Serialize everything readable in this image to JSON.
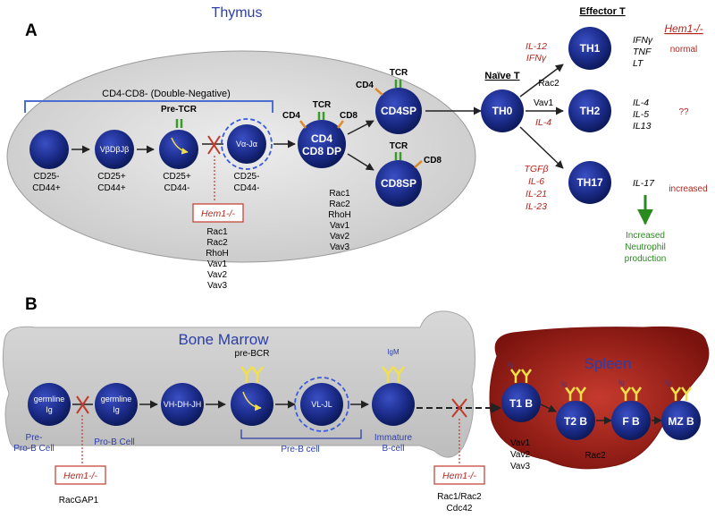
{
  "panel_a": {
    "label": "A",
    "thymus_title": "Thymus",
    "double_negative": "CD4-CD8- (Double-Negative)",
    "pre_tcr": "Pre-TCR",
    "cells": {
      "dn1_markers": [
        "CD25-",
        "CD44+"
      ],
      "dn2_inner": "VβDβJβ",
      "dn2_markers": [
        "CD25+",
        "CD44+"
      ],
      "dn3_markers": [
        "CD25+",
        "CD44-"
      ],
      "dn4_inner": "Vα-Jα",
      "dn4_markers": [
        "CD25-",
        "CD44-"
      ],
      "dp_lines": [
        "CD4",
        "CD8 DP"
      ],
      "cd4sp": "CD4SP",
      "cd8sp": "CD8SP",
      "th0": "TH0",
      "th1": "TH1",
      "th2": "TH2",
      "th17": "TH17"
    },
    "receptor_labels": {
      "dp_cd4": "CD4",
      "dp_tcr": "TCR",
      "dp_cd8": "CD8",
      "sp4_cd4": "CD4",
      "sp4_tcr": "TCR",
      "sp8_tcr": "TCR",
      "sp8_cd8": "CD8"
    },
    "hem1_box": "Hem1-/-",
    "hem1_genes": [
      "Rac1",
      "Rac2",
      "RhoH",
      "Vav1",
      "Vav2",
      "Vav3"
    ],
    "dp_genes": [
      "Rac1",
      "Rac2",
      "RhoH",
      "Vav1",
      "Vav2",
      "Vav3"
    ],
    "naive_t": "Naïve T",
    "effector_t": "Effector T",
    "hem1_header": "Hem1-/-",
    "th1_inducers": [
      "IL-12",
      "IFNγ"
    ],
    "th1_path_gene": "Rac2",
    "th2_path_gene": "Vav1",
    "th2_inducer": "IL-4",
    "th17_inducers": [
      "TGFβ",
      "IL-6",
      "IL-21",
      "IL-23"
    ],
    "th1_cytokines": [
      "IFNγ",
      "TNF",
      "LT"
    ],
    "th2_cytokines": [
      "IL-4",
      "IL-5",
      "IL13"
    ],
    "th17_cytokine": "IL-17",
    "th1_result": "normal",
    "th2_result": "??",
    "th17_result": "increased",
    "neutrophil": [
      "Increased",
      "Neutrophil",
      "production"
    ]
  },
  "panel_b": {
    "label": "B",
    "bone_marrow_title": "Bone Marrow",
    "spleen_title": "Spleen",
    "pre_bcr": "pre-BCR",
    "cells": {
      "germline1": [
        "germline",
        "Ig"
      ],
      "germline2": [
        "germline",
        "Ig"
      ],
      "vdj": "VH-DH-JH",
      "vj": "VL-JL",
      "t1": "T1 B",
      "t2": "T2 B",
      "fb": "F B",
      "mzb": "MZ B"
    },
    "ig_tags": [
      "IgM",
      "Ig",
      "Ig",
      "Ig",
      "Ig"
    ],
    "stage_labels": {
      "pre_pro_b": [
        "Pre-",
        "Pro-B Cell"
      ],
      "pro_b": "Pro-B Cell",
      "pre_b": "Pre-B cell",
      "immature": [
        "Immature",
        "B-cell"
      ]
    },
    "hem1_box_left": "Hem1-/-",
    "hem1_box_right": "Hem1-/-",
    "racgap": "RacGAP1",
    "rac_cdc": [
      "Rac1/Rac2",
      "Cdc42"
    ],
    "vav_genes": [
      "Vav1",
      "Vav2",
      "Vav3"
    ],
    "rac2": "Rac2"
  },
  "colors": {
    "cell_blue": "#1c2d8c",
    "thymus_gray": "#d9d9d9",
    "marrow_gray": "#cfcfcf",
    "spleen_red": "#a8201a",
    "text_red": "#b3261e",
    "green": "#2a8a1f",
    "title_blue": "#2c3ea8"
  }
}
